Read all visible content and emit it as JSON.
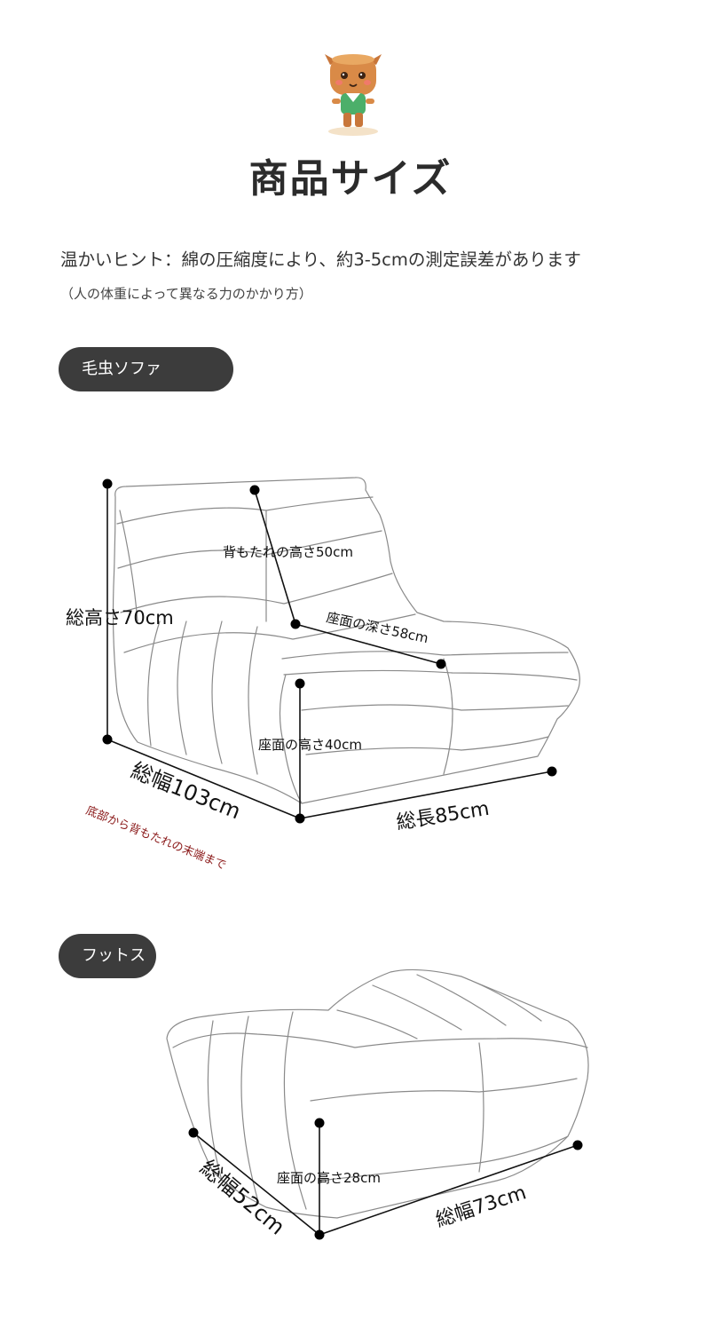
{
  "title": "商品サイズ",
  "hint": "温かいヒント：綿の圧縮度により、約3-5cmの測定誤差があります",
  "note": "（人の体重によって異なる力のかかり方）",
  "sections": [
    {
      "label": "毛虫ソファ",
      "dimensions": {
        "total_height": "総高さ70cm",
        "back_height": "背もたれの高さ50cm",
        "seat_depth": "座面の深さ58cm",
        "seat_height": "座面の高さ40cm",
        "total_width": "総幅103cm",
        "total_length": "総長85cm",
        "width_note": "底部から背もたれの末端まで"
      }
    },
    {
      "label": "フットス",
      "dimensions": {
        "seat_height": "座面の高さ28cm",
        "width_a": "総幅52cm",
        "width_b": "総幅73cm"
      }
    }
  ],
  "colors": {
    "pill": "#3c3c3c",
    "accent_red": "#8b1a1a",
    "outline": "#8a8a8a"
  }
}
